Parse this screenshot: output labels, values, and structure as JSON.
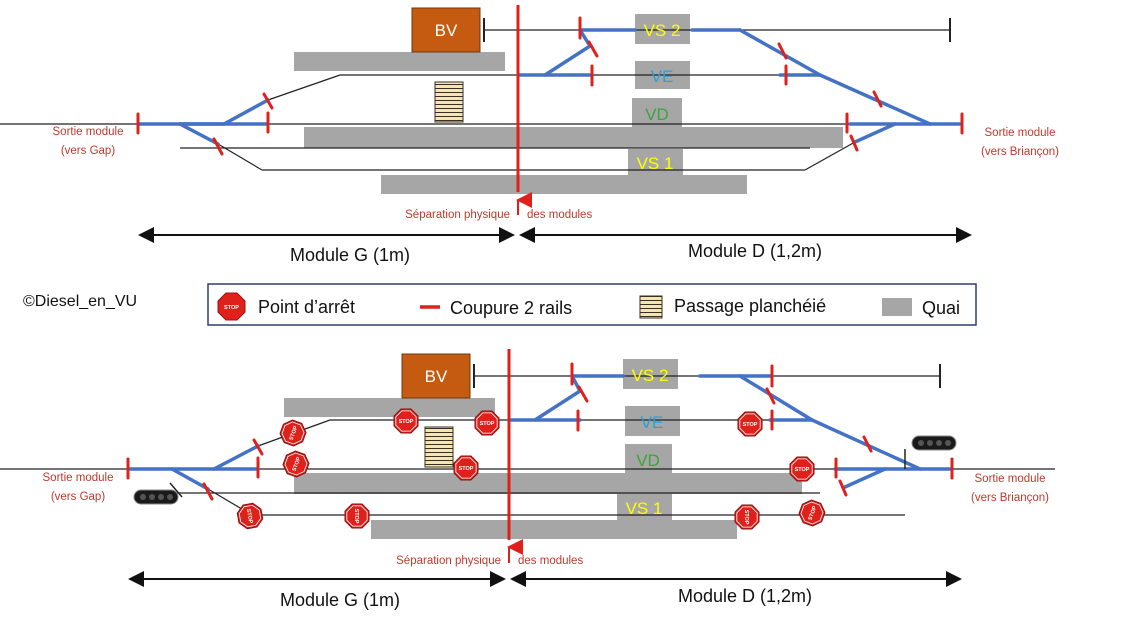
{
  "top": {
    "station_label": "BV",
    "tracks": {
      "vs2": "VS 2",
      "ve": "VE",
      "vd": "VD",
      "vs1": "VS 1"
    },
    "exit_left": [
      "Sortie module",
      "(vers Gap)"
    ],
    "exit_right": [
      "Sortie module",
      "(vers Briançon)"
    ],
    "separation_left": "Séparation physique",
    "separation_right": "des modules",
    "module_g": "Module G (1m)",
    "module_d": "Module D (1,2m)"
  },
  "bottom": {
    "station_label": "BV",
    "tracks": {
      "vs2": "VS 2",
      "ve": "VE",
      "vd": "VD",
      "vs1": "VS 1"
    },
    "exit_left": [
      "Sortie module",
      "(vers Gap)"
    ],
    "exit_right": [
      "Sortie module",
      "(vers Briançon)"
    ],
    "separation_left": "Séparation physique",
    "separation_right": "des modules",
    "module_g": "Module G (1m)",
    "module_d": "Module D (1,2m)",
    "stop_text": "STOP"
  },
  "copyright": "©Diesel_en_VU",
  "legend": {
    "stop_icon_text": "STOP",
    "stop_label": "Point d’arrêt",
    "cut_label": "Coupure 2 rails",
    "crossing_label": "Passage planchéié",
    "platform_label": "Quai"
  },
  "colors": {
    "track_blue": "#4472c4",
    "red": "#e0201b",
    "platform": "#a6a6a6",
    "station": "#c55a11",
    "label_yellow": "#ffff00",
    "label_blue": "#2a9fd8",
    "label_green": "#3aa53a",
    "crossing": "#f3e6b0"
  }
}
